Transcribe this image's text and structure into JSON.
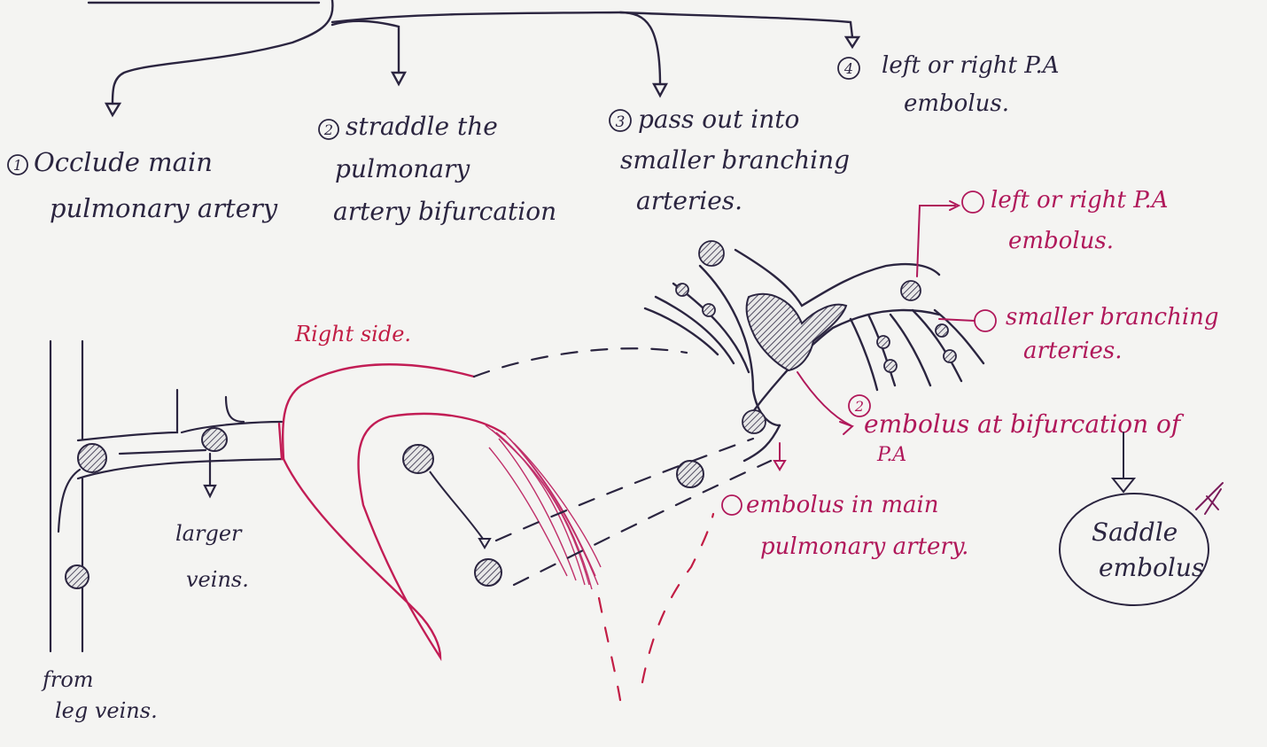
{
  "top_branches": [
    {
      "num": "1",
      "lines": [
        "Occlude main",
        "pulmonary artery"
      ]
    },
    {
      "num": "2",
      "lines": [
        "straddle the",
        "pulmonary",
        "artery bifurcation"
      ]
    },
    {
      "num": "3",
      "lines": [
        "pass out into",
        "smaller branching",
        "arteries."
      ]
    },
    {
      "num": "4",
      "lines": [
        "left or right P.A",
        "embolus."
      ]
    }
  ],
  "heart_label": "Right side.",
  "veins": {
    "larger_veins": [
      "larger",
      "veins."
    ],
    "from_leg": [
      "from",
      "leg veins."
    ]
  },
  "annotations": {
    "a3": [
      "left or right P.A",
      "embolus."
    ],
    "a4": [
      "smaller branching",
      "arteries."
    ],
    "a2": [
      "embolus at bifurcation of",
      "P.A"
    ],
    "a1": [
      "embolus in main",
      "pulmonary artery."
    ]
  },
  "saddle": [
    "Saddle",
    "embolus"
  ],
  "colors": {
    "ink": "#2b2540",
    "magenta": "#b0185a",
    "red": "#c21d45",
    "paper": "#f4f4f2"
  }
}
